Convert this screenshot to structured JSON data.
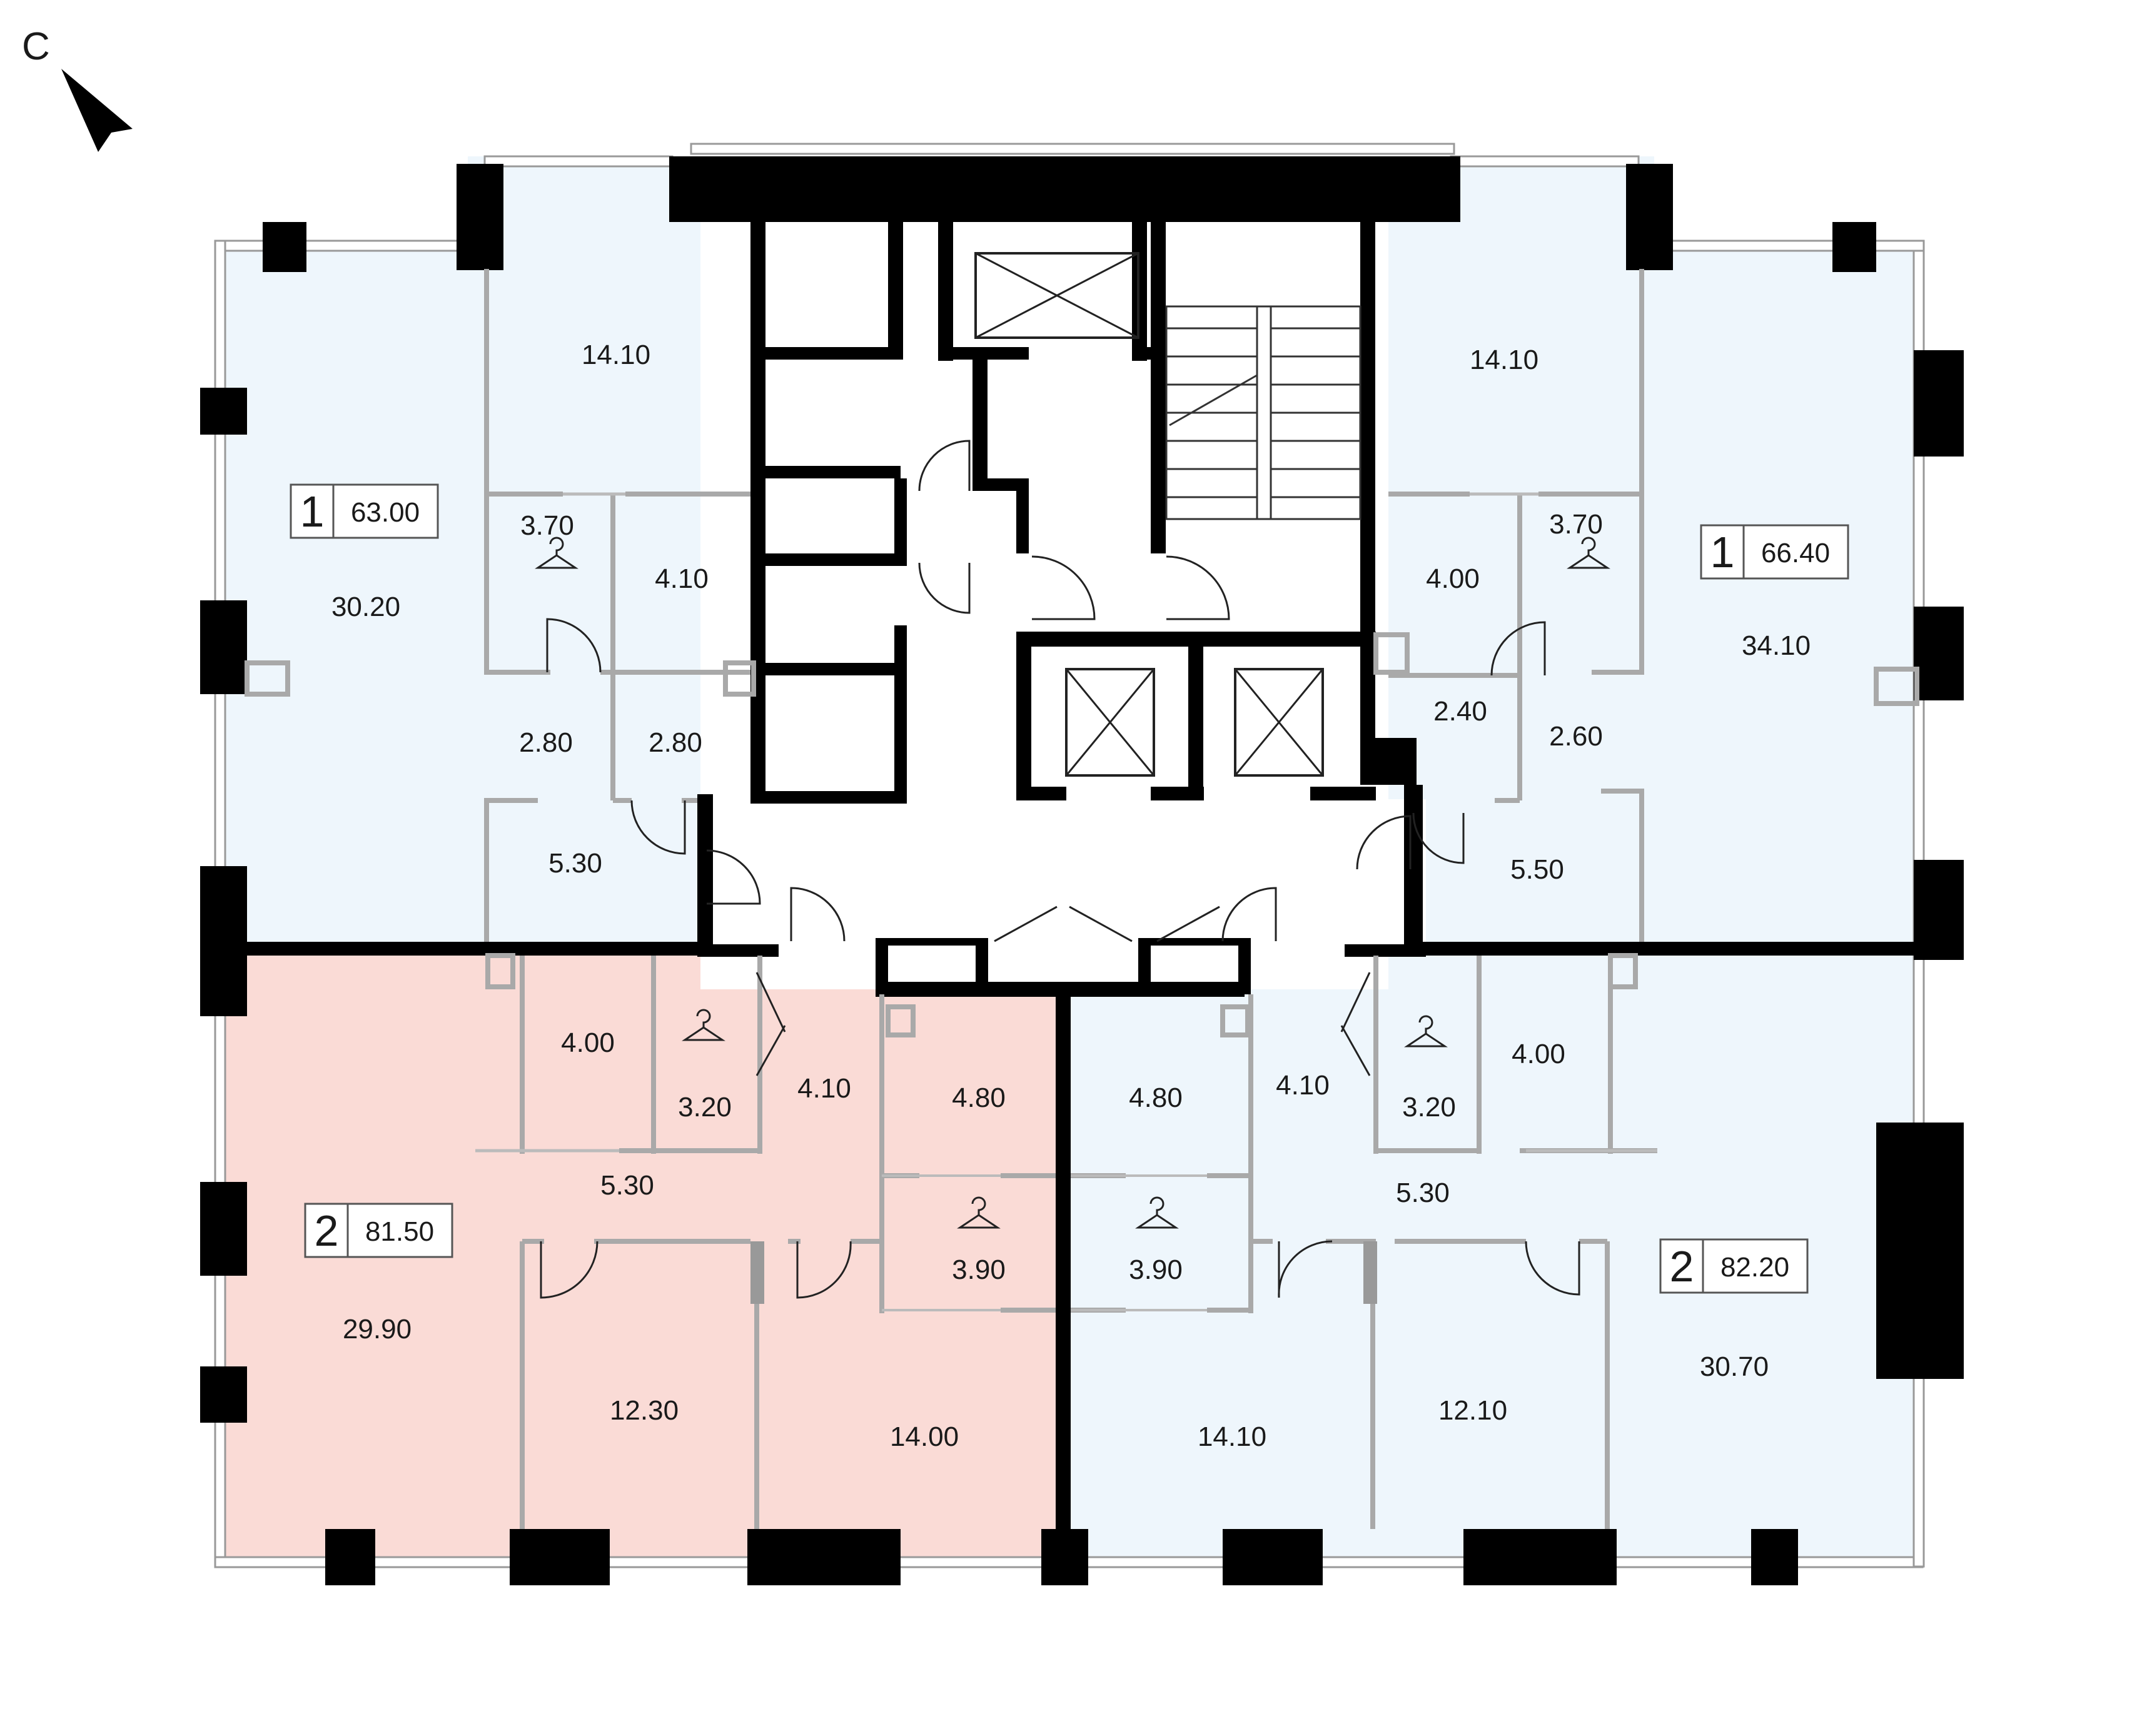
{
  "compass": {
    "label": "С"
  },
  "colors": {
    "blue_unit": "#eef6fc",
    "pink_unit": "#fadbd6",
    "wall": "#000000",
    "partition": "#a9a9a9",
    "core": "#ffffff"
  },
  "icons": {
    "north": "north-arrow-icon",
    "hanger": "hanger-icon",
    "elevator": "elevator-icon",
    "stairs": "stairs-icon"
  },
  "units": [
    {
      "id": "top-left",
      "rooms": "1",
      "total": "63.00"
    },
    {
      "id": "top-right",
      "rooms": "1",
      "total": "66.40"
    },
    {
      "id": "bottom-left",
      "rooms": "2",
      "total": "81.50"
    },
    {
      "id": "bottom-right",
      "rooms": "2",
      "total": "82.20"
    }
  ],
  "areas": {
    "tl_bedroom": "14.10",
    "tl_living": "30.20",
    "tl_wardrobe": "3.70",
    "tl_bath": "4.10",
    "tl_hall_a": "2.80",
    "tl_hall_b": "2.80",
    "tl_entry": "5.30",
    "tr_bedroom": "14.10",
    "tr_living": "34.10",
    "tr_wardrobe": "3.70",
    "tr_bath": "4.00",
    "tr_hall_a": "2.40",
    "tr_hall_b": "2.60",
    "tr_entry": "5.50",
    "bl_bath": "4.00",
    "bl_wardrobe": "3.20",
    "bl_hall_small": "4.10",
    "bl_bath2": "4.80",
    "bl_corridor": "5.30",
    "bl_closet": "3.90",
    "bl_living": "29.90",
    "bl_bedroom1": "12.30",
    "bl_bedroom2": "14.00",
    "br_bath2": "4.80",
    "br_hall_small": "4.10",
    "br_wardrobe": "3.20",
    "br_bath": "4.00",
    "br_corridor": "5.30",
    "br_closet": "3.90",
    "br_bedroom2": "14.10",
    "br_bedroom1": "12.10",
    "br_living": "30.70"
  }
}
